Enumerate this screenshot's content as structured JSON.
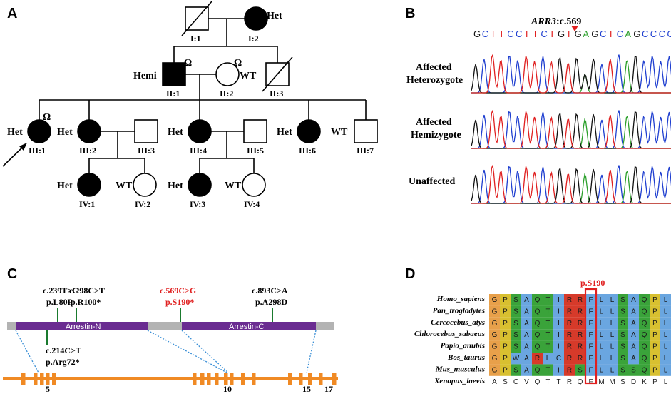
{
  "panels": {
    "a": "A",
    "b": "B",
    "c": "C",
    "d": "D"
  },
  "pedigree": {
    "individuals": [
      {
        "id": "I:1",
        "sex": "male",
        "affected": false,
        "deceased": true,
        "genotype": ""
      },
      {
        "id": "I:2",
        "sex": "female",
        "affected": true,
        "deceased": false,
        "genotype": "Het"
      },
      {
        "id": "II:1",
        "sex": "male",
        "affected": true,
        "deceased": false,
        "genotype": "Hemi",
        "sequenced": true
      },
      {
        "id": "II:2",
        "sex": "female",
        "affected": false,
        "deceased": false,
        "genotype": "WT",
        "sequenced": true
      },
      {
        "id": "II:3",
        "sex": "male",
        "affected": false,
        "deceased": true,
        "genotype": ""
      },
      {
        "id": "III:1",
        "sex": "female",
        "affected": true,
        "deceased": false,
        "genotype": "Het",
        "sequenced": true,
        "proband": true
      },
      {
        "id": "III:2",
        "sex": "female",
        "affected": true,
        "deceased": false,
        "genotype": "Het"
      },
      {
        "id": "III:3",
        "sex": "male",
        "affected": false,
        "deceased": false,
        "genotype": ""
      },
      {
        "id": "III:4",
        "sex": "female",
        "affected": true,
        "deceased": false,
        "genotype": "Het"
      },
      {
        "id": "III:5",
        "sex": "male",
        "affected": false,
        "deceased": false,
        "genotype": ""
      },
      {
        "id": "III:6",
        "sex": "female",
        "affected": true,
        "deceased": false,
        "genotype": "Het"
      },
      {
        "id": "III:7",
        "sex": "male",
        "affected": false,
        "deceased": false,
        "genotype": "WT"
      },
      {
        "id": "IV:1",
        "sex": "female",
        "affected": true,
        "deceased": false,
        "genotype": "Het"
      },
      {
        "id": "IV:2",
        "sex": "female",
        "affected": false,
        "deceased": false,
        "genotype": "WT"
      },
      {
        "id": "IV:3",
        "sex": "female",
        "affected": true,
        "deceased": false,
        "genotype": "Het"
      },
      {
        "id": "IV:4",
        "sex": "female",
        "affected": false,
        "deceased": false,
        "genotype": "WT"
      }
    ],
    "omega_symbol": "Ω"
  },
  "sequencing": {
    "mutation_gene": "ARR3",
    "mutation_pos": ":c.569",
    "bases": [
      "G",
      "C",
      "T",
      "T",
      "C",
      "C",
      "T",
      "T",
      "C",
      "T",
      "G",
      "T",
      "G",
      "A",
      "G",
      "C",
      "T",
      "C",
      "A",
      "G",
      "C",
      "C",
      "C",
      "C"
    ],
    "base_colors": {
      "A": "#2ca02c",
      "C": "#1f3fd0",
      "G": "#111111",
      "T": "#e02020"
    },
    "tracks": [
      {
        "line1": "Affected",
        "line2": "Heterozygote"
      },
      {
        "line1": "Affected",
        "line2": "Hemizygote"
      },
      {
        "line1": "Unaffected",
        "line2": ""
      }
    ]
  },
  "gene_structure": {
    "domains": [
      {
        "name": "Arrestin-N"
      },
      {
        "name": "Arrestin-C"
      }
    ],
    "variants_above": [
      {
        "c": "c.239T>C",
        "p": "p.L80P",
        "highlight": false
      },
      {
        "c": "c.298C>T",
        "p": "p.R100*",
        "highlight": false
      },
      {
        "c": "c.569C>G",
        "p": "p.S190*",
        "highlight": true
      },
      {
        "c": "c.893C>A",
        "p": "p.A298D",
        "highlight": false
      }
    ],
    "variants_below": [
      {
        "c": "c.214C>T",
        "p": "p.Arg72*"
      }
    ],
    "exon_labels": [
      "5",
      "10",
      "15",
      "17"
    ],
    "highlight_color": "#e02020",
    "domain_color": "#6a2c91",
    "exon_color": "#f08a24"
  },
  "alignment": {
    "site_label": "p.S190",
    "species": [
      {
        "name": "Homo_sapiens",
        "seq": "GPSAQTIRRFLLSAQPLQLQAW"
      },
      {
        "name": "Pan_troglodytes",
        "seq": "GPSAQTIRRFLLSAQPLQLQAW"
      },
      {
        "name": "Cercocebus_atys",
        "seq": "GPSAQTIRRFLLSAQPLQLQAW"
      },
      {
        "name": "Chlorocebus_sabaeus",
        "seq": "GPSAQTIRRFLLSAQPLQLQAW"
      },
      {
        "name": "Papio_anubis",
        "seq": "GPSAQTIRRFLLSAQPLQLQAW"
      },
      {
        "name": "Bos_taurus",
        "seq": "GPWARLCRRFLLSAQPLLQAW"
      },
      {
        "name": "Mus_musculus",
        "seq": "GPSAQTIRSFLLSSQPLQLQAW"
      },
      {
        "name": "Xenopus_laevis",
        "seq": "ASCVQTTRQFMMSDKPLQVEVS"
      }
    ]
  }
}
